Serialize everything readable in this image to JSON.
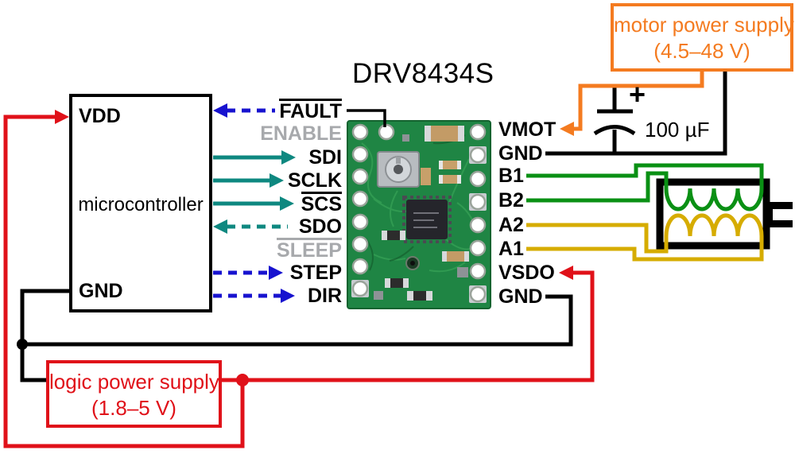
{
  "palette": {
    "red": "#e01119",
    "orange": "#f47b20",
    "blue": "#1712cf",
    "teal": "#0e8880",
    "green": "#0a9014",
    "yellow": "#d6ac00",
    "gray": "#a7a9ac",
    "black": "#000000",
    "pcb": "#1f8544"
  },
  "title": "DRV8434S",
  "microcontroller": {
    "label": "microcontroller",
    "pin_vdd": "VDD",
    "pin_gnd": "GND"
  },
  "motor_supply": {
    "line1": "motor power supply",
    "line2": "(4.5–48 V)"
  },
  "logic_supply": {
    "line1": "logic power supply",
    "line2": "(1.8–5 V)"
  },
  "capacitor": {
    "value": "100 µF",
    "polarity": "+"
  },
  "driver": {
    "left_pins": [
      {
        "label": "FAULT",
        "overline": true,
        "connected": true,
        "wire": "blue-dashed-to-mcu"
      },
      {
        "label": "ENABLE",
        "overline": false,
        "connected": false,
        "wire": "none"
      },
      {
        "label": "SDI",
        "overline": false,
        "connected": true,
        "wire": "teal-solid-to-driver"
      },
      {
        "label": "SCLK",
        "overline": false,
        "connected": true,
        "wire": "teal-solid-to-driver"
      },
      {
        "label": "SCS",
        "overline": true,
        "connected": true,
        "wire": "teal-solid-to-driver"
      },
      {
        "label": "SDO",
        "overline": false,
        "connected": true,
        "wire": "teal-dashed-to-mcu"
      },
      {
        "label": "SLEEP",
        "overline": true,
        "connected": false,
        "wire": "none"
      },
      {
        "label": "STEP",
        "overline": false,
        "connected": true,
        "wire": "blue-dashed-to-driver"
      },
      {
        "label": "DIR",
        "overline": false,
        "connected": true,
        "wire": "blue-dashed-to-driver"
      }
    ],
    "right_pins": [
      {
        "label": "VMOT",
        "wire": "orange-from-motor-supply"
      },
      {
        "label": "GND",
        "wire": "black-to-motor-supply"
      },
      {
        "label": "B1",
        "wire": "green-to-motor-coil-b"
      },
      {
        "label": "B2",
        "wire": "green-to-motor-coil-b"
      },
      {
        "label": "A2",
        "wire": "yellow-to-motor-coil-a"
      },
      {
        "label": "A1",
        "wire": "yellow-to-motor-coil-a"
      },
      {
        "label": "VSDO",
        "wire": "red-from-logic-supply"
      },
      {
        "label": "GND",
        "wire": "black-to-ground-bus"
      }
    ]
  }
}
